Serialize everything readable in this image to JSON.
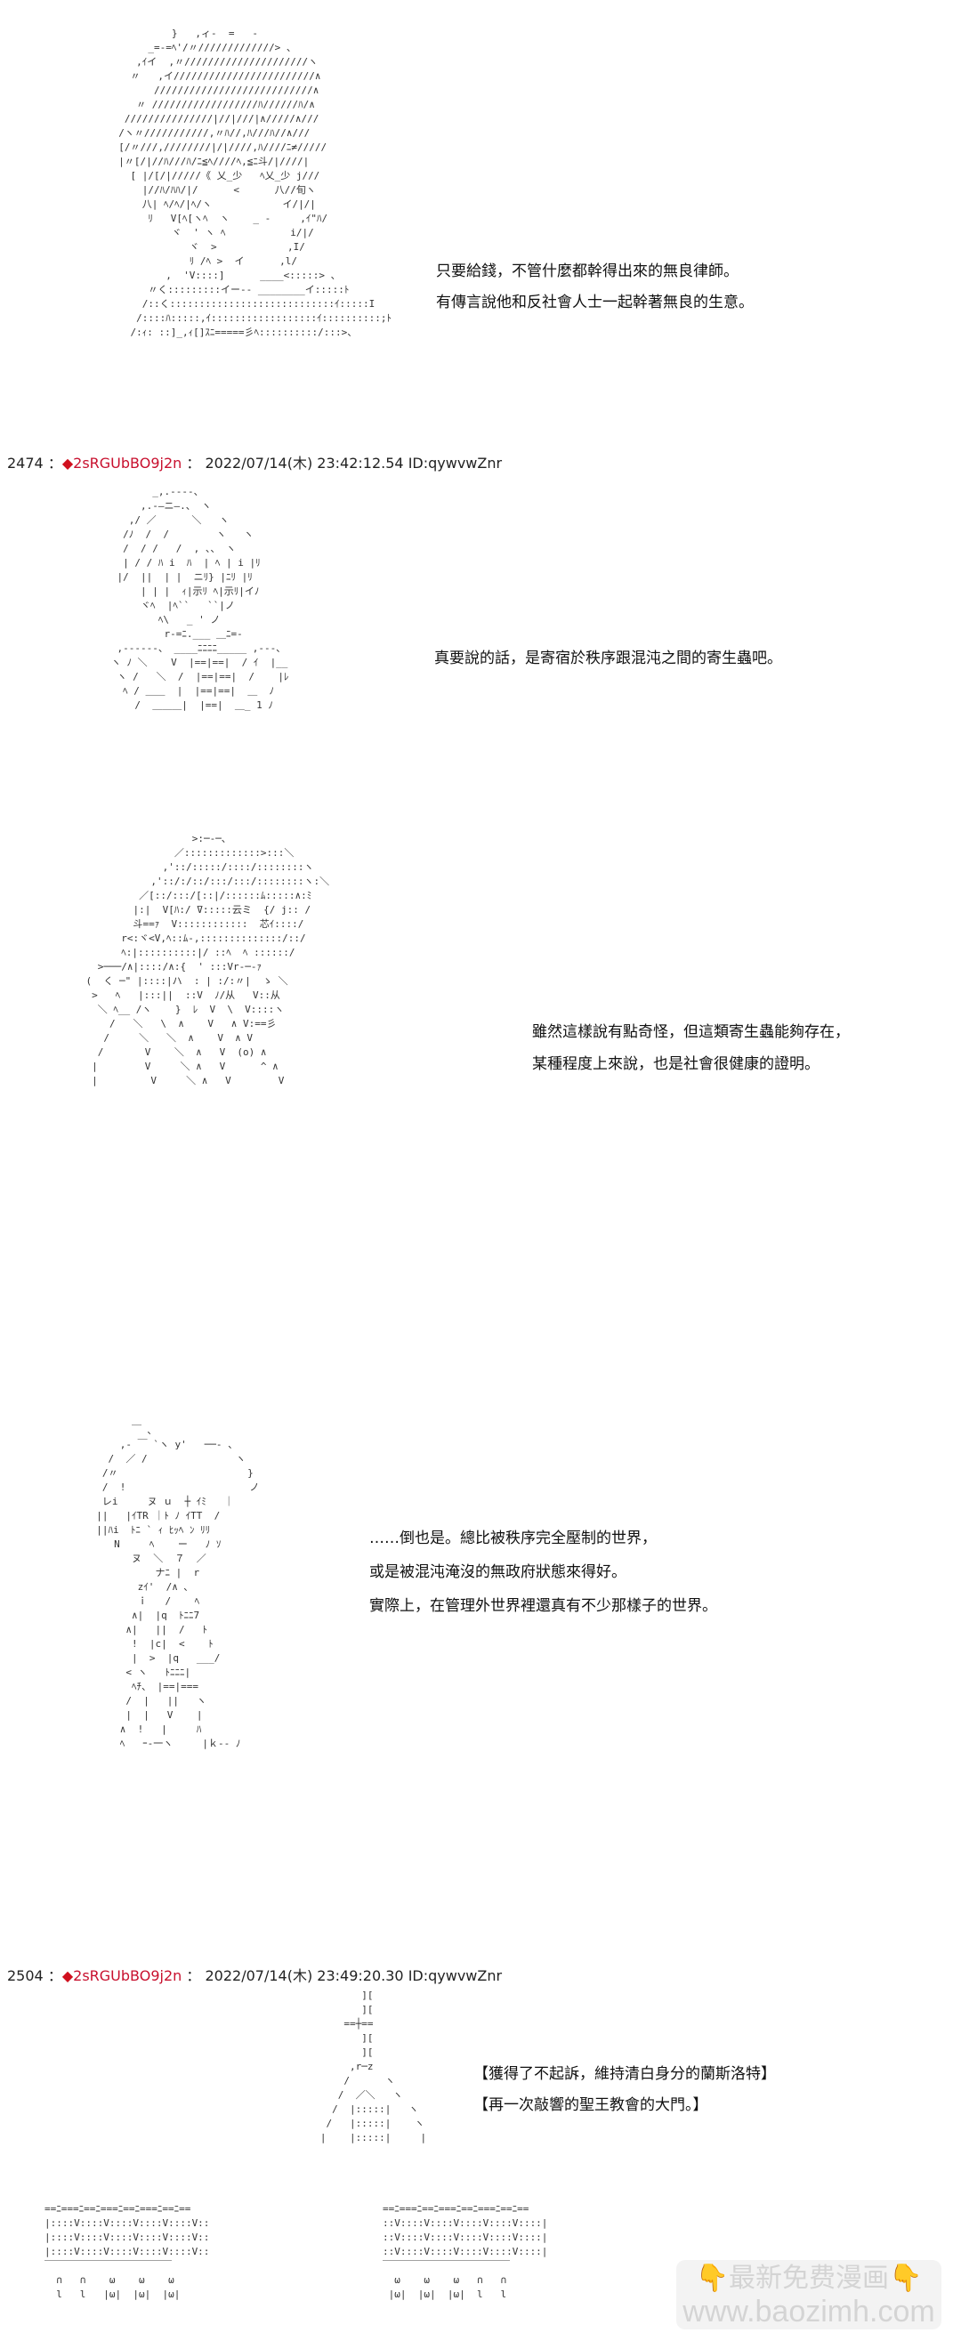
{
  "posts": [
    {
      "number": "2474",
      "trip_mark": "◆",
      "trip": "2sRGUbBO9j2n",
      "sep": "：",
      "datetime": "2022/07/14(木) 23:42:12.54",
      "id": "ID:qywvwZnr"
    },
    {
      "number": "2504",
      "trip_mark": "◆",
      "trip": "2sRGUbBO9j2n",
      "sep": "：",
      "datetime": "2022/07/14(木) 23:49:20.30",
      "id": "ID:qywvwZnr"
    }
  ],
  "dialogue": {
    "block1": [
      "只要給錢，不管什麼都幹得出來的無良律師。",
      "有傳言說他和反社會人士一起幹著無良的生意。"
    ],
    "block2": [
      "真要說的話，是寄宿於秩序跟混沌之間的寄生蟲吧。"
    ],
    "block3": [
      "雖然這樣說有點奇怪，但這類寄生蟲能夠存在，",
      "某種程度上來說，也是社會很健康的證明。"
    ],
    "block4": [
      "……倒也是。總比被秩序完全壓制的世界，",
      "或是被混沌淹沒的無政府狀態來得好。",
      "實際上，在管理外世界裡還真有不少那樣子的世界。"
    ],
    "block5": [
      "【獲得了不起訴，維持清白身分的蘭斯洛特】",
      "【再一次敲響的聖王教會的大門。】"
    ]
  },
  "art": {
    "fig1": "           }   ,ィ-  =   -\n       _=-=ﾍ'/〃/////////////> 、\n     ,ｲイ  ,〃/////////////////////ヽ\n    〃   ,イ////////////////////////∧\n        ///////////////////////////∧\n     〃 //////////////////ﾊ//////ﾊ/∧\n   ///////////////|//|///|∧/////∧///\n  /ヽ〃///////////,〃ﾊ//,ﾊ///ﾊ//∧///\n  [/〃///,////////|/|////,ﾊ////ﾆ≠/////\n  |〃[/|//ﾊ///ﾊ/ﾆ≦ﾍ////ﾍ,≦ﾆ斗/|////|\n    [ |/[/|/////《 乂_少   ﾍ乂_少 j///\n      |//ﾊ/ﾊﾊ/|/      <      八//旬ヽ\n      八| ﾍ/ﾍ/|ﾍ/ヽ            イ/|/|\n       ﾘ   V[ﾍ[ヽﾍ  ヽ    _ -     ,ｲ\"ﾊ/\n           ヾ  ' ヽ ﾍ           i/|/\n              ヾ  >            ,I/\n              ﾘ /ﾍ >  イ      ,l/\n          ,  'V::::]      ____<:::::> 、\n       〃く:::::::::イー-- ________イ:::::ﾄ\n      /::く::::::::::::::::::::::::::::ｲ:::::I\n     /::::ﾊ:::::,ｲ::::::::::::::::::ｲ::::::::::;ﾄ\n    /:ｨ: ::]_,ｨ[]ｽﾆ=====彡ﾍ::::::::::/:::>、",
    "fig2": "          _,.----、\n        ,.-―ニ―.、 ヽ\n      ,/ ／      ＼   ヽ\n     /ﾉ  /  /        ヽ   ヽ\n     /  / /   /  , 、、 ヽ\n     | / / ﾊ i  ﾊ  | ﾍ | i |ﾘ\n    |/  ||  | |  ニﾘ} |ﾆﾘ |ﾘ\n        | | |  ｨ|示ﾘ ﾍ|示ﾘ|イﾉ\n        ヾﾍ  |ﾍ``   ``|ノ\n           ﾍ\\   _ ' ノ\n            r-=ﾆ.___ ＿ﾆ=-\n    ,------、 ____ﾆﾆﾆﾆ_____ ,---、\n   ヽ ﾉ ＼    V  |==|==|  / ｲ  |__\n    ヽ /   ＼  /  |==|==|  /    |ﾚ\n     ﾍ / ＿＿  |  |==|==|  ＿  ﾉ\n       /  ＿＿＿|  |==|  ＿_ 1 ﾉ",
    "fig3": "                      >:─-─、\n                   ／:::::::::::::>:::＼\n                 ,'::/:::::/::::/::::::::ヽ\n               ,'::/:/::/:::/:::/::::::::ヽ:＼\n             ／[::/:::/[::|/::::::ﾑ:::::∧:ﾐ\n            |:|  V[ﾊ:/ ̄V:::::云ミ  {/ j:: /\n            斗==ｧ  V::::::::::::  芯ｲ::::/\n          r<:ヾ<V,ﾍ::ﾑ-,::::::::::::::/::/\n          ﾍ:|::::::::::|/ ::ﾍ  ﾍ ::::::/\n      >───/∧|::::/∧:{  ' :::Vr-─-ｧ\n    (  く ─\" |::::|ハ  : | :/:〃|  ゝ ＼\n     >   ﾍ   |:::||  ::V  ﾉ/从   V::从\n      ＼ ﾍ__ /ヽ    }  ﾚ  V  \\  V::::ヽ\n        /   ＼   \\  ∧    V   ∧ V:==彡\n       /     ＼   ＼  ∧    V  ∧ V \n      /       V    ＼  ∧   V  (o) ∧\n     |        V     ＼ ∧   V      ^ ∧\n     |         V     ＼ ∧   V        V",
    "fig4": "        ￣ ､\n      ,- ￣ `ヽ y'   ──- 、\n    /  ／ /               ヽ\n   /〃                      }\n   /  !                     ノ\n   レi     ヌ ｕ  ┼ ｲﾐ   ｜\n  ||   |ｲTR ｜ﾄ ﾉ ｲTT  /\n  ||ﾊi  ﾄﾆ ` ｨ ﾋｯﾍ ﾝ ﾘﾘ\n     N     ﾍ    ー   ﾉ ｿ\n        ヌ  ＼  ７  ／\n            ナﾆ |  r\n         zｲ'  /∧ ､\n         ｉ   /    ﾍ\n        ∧|  |q  ﾄﾆﾆ7\n       ∧|   ||  /   ﾄ\n        !  |c|  <    ﾄ\n        |  >  |q   ___/\n       < ヽ   ﾄﾆﾆﾆ|\n        ﾍﾁ、 |==|===\n       /  |   ||   ヽ\n       |  |   V    |\n      ∧  !   |     ﾊ\n      ﾍ   ｰ-一ヽ     |ｋ-- ﾉ",
    "church_top": "          ][\n          ][\n       ==┼==\n          ][\n          ][\n        ,r─z\n       /      ヽ\n      /  ／＼   ヽ\n     /  |:::::|   ヽ\n    /   |:::::|    ヽ\n   |    |:::::|     |",
    "church_left": "==ﾆ===ﾆ==ﾆ===ﾆ==ﾆ===ﾆ==ﾆ==\n|::::V::::V::::V::::V::::V::\n|::::V::::V::::V::::V::::V::\n|::::V::::V::::V::::V::::V::\n￣￣￣￣￣￣￣￣￣￣￣￣￣\n  ∩   ∩    ω    ω    ω\n  l   l   |ω|  |ω|  |ω|",
    "church_right": "==ﾆ===ﾆ==ﾆ===ﾆ==ﾆ===ﾆ==ﾆ==\n::V::::V::::V::::V::::V::::|\n::V::::V::::V::::V::::V::::|\n::V::::V::::V::::V::::V::::|\n￣￣￣￣￣￣￣￣￣￣￣￣￣\n  ω    ω    ω   ∩   ∩\n |ω|  |ω|  |ω|  l   l"
  },
  "watermark": {
    "line1": "最新免费漫画",
    "line2": "www.baozimh.com",
    "icon": "pointing-down-hand"
  }
}
